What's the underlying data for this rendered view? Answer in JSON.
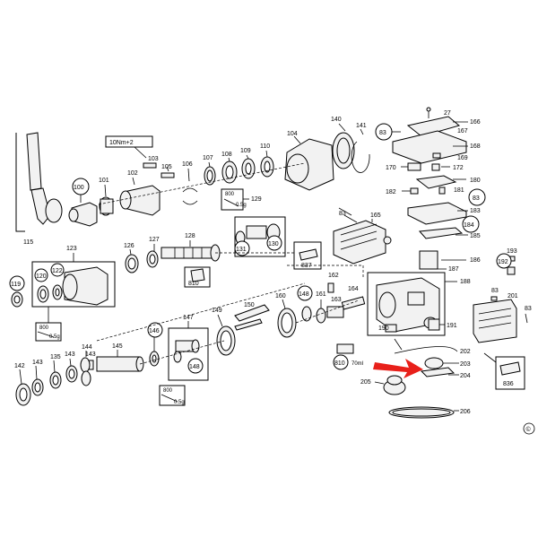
{
  "labels": {
    "p27": "27",
    "p166": "166",
    "p83a": "83",
    "p167": "167",
    "p168": "168",
    "p169": "169",
    "p170": "170",
    "p172": "172",
    "p180": "180",
    "p181": "181",
    "p182": "182",
    "p83b": "83",
    "p183": "183",
    "p184": "184",
    "p185": "185",
    "p140": "140",
    "p141": "141",
    "p104": "104",
    "p110": "110",
    "p109": "109",
    "p108": "108",
    "p107": "107",
    "p106": "106",
    "p105": "105",
    "p103": "103",
    "p102": "102",
    "p101": "101",
    "p100": "100",
    "p115": "115",
    "p129": "129",
    "p83c": "83",
    "p165": "165",
    "p130": "130",
    "p131": "131",
    "p837": "837",
    "p128": "128",
    "p127": "127",
    "p126": "126",
    "p123": "123",
    "p810a": "810",
    "p119": "119",
    "p120": "120",
    "p122": "122",
    "p162": "162",
    "p148a": "148",
    "p160": "160",
    "p161": "161",
    "p163": "163",
    "p164": "164",
    "p150": "150",
    "p149": "149",
    "p147": "147",
    "p148b": "148",
    "p146": "146",
    "p145": "145",
    "p144": "144",
    "p143a": "143",
    "p135": "135",
    "p143b": "143",
    "p143c": "143",
    "p142": "142",
    "p810b": "810",
    "p193": "193",
    "p192": "192",
    "p186": "186",
    "p187": "187",
    "p188": "188",
    "p83d": "83",
    "p201": "201",
    "p83e": "83",
    "p190": "190",
    "p191": "191",
    "p202": "202",
    "p203": "203",
    "p204": "204",
    "p205": "205",
    "p206": "206",
    "p836": "836"
  },
  "notes": {
    "torque": "10Nm+2",
    "grease_800": "800",
    "grease_05g": "0.5g",
    "grease_70ml": "70ml",
    "copyright": "©"
  },
  "colors": {
    "arrow": "#e8201a",
    "line": "#000000"
  }
}
